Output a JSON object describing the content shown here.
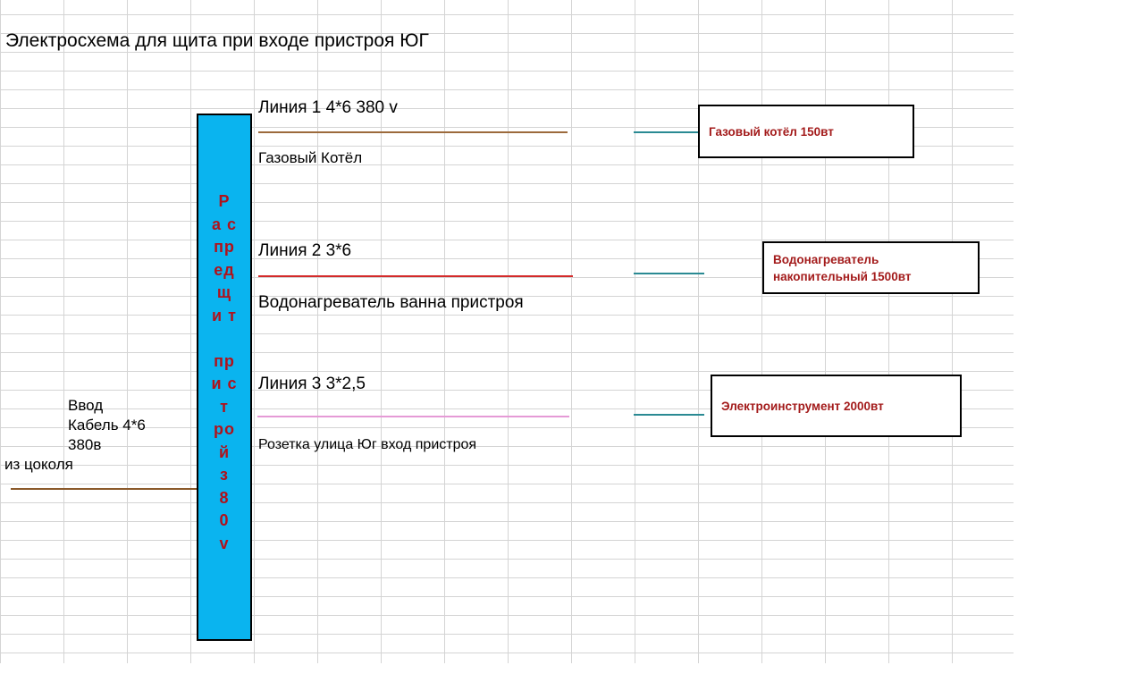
{
  "title": "Электросхема для щита при входе пристроя ЮГ",
  "panel": {
    "label": "Р\nа с\nпр\nед\nщ\nи т\n\nпр\nи с\nт\nро\nй\nз\n8\n0\nv",
    "color": "#0ab4ef",
    "label_color": "#b0121b"
  },
  "input": {
    "line1": "Ввод",
    "line2": "Кабель 4*6",
    "line3": "380в",
    "line4": "из цоколя",
    "wire_color": "#8b5a2b"
  },
  "lines": [
    {
      "label": "Линия  1     4*6    380 v",
      "description": "Газовый Котёл",
      "wire_color": "#9c6a3c",
      "load": "Газовый котёл  150вт"
    },
    {
      "label": "Линия  2     3*6",
      "description": "Водонагреватель ванна пристроя",
      "wire_color": "#d42a2a",
      "load": "Водонагреватель накопительный 1500вт"
    },
    {
      "label": "Линия  3   3*2,5",
      "description": "Розетка улица Юг вход пристроя",
      "wire_color": "#e59ad6",
      "load": "Электроинструмент 2000вт"
    }
  ],
  "connector_color": "#2a8a93"
}
